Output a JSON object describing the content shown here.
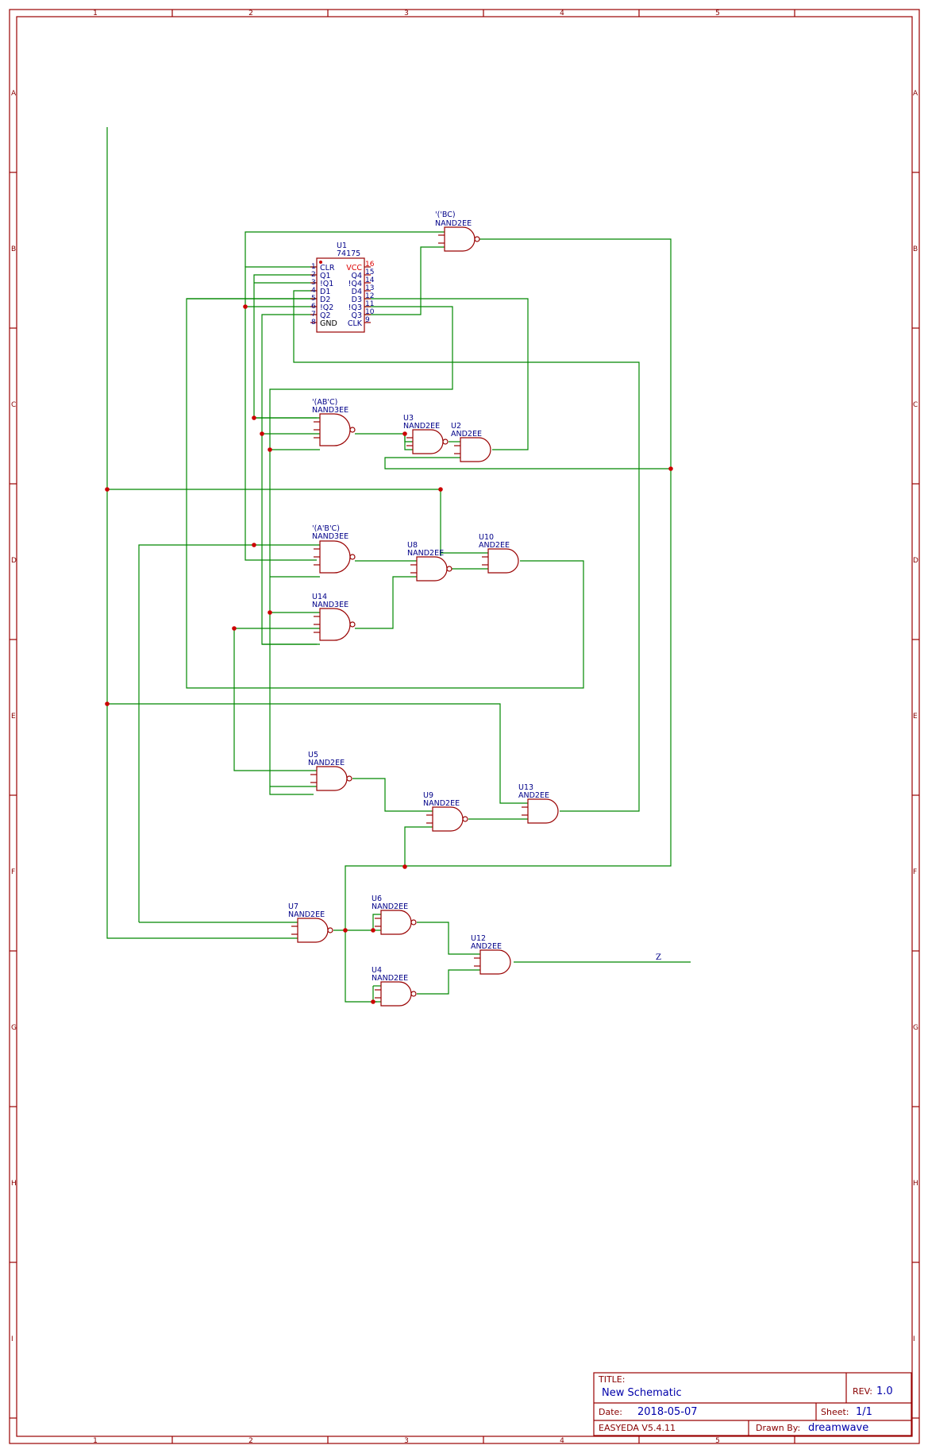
{
  "frame": {
    "col_labels": [
      "1",
      "2",
      "3",
      "4",
      "5"
    ],
    "row_labels": [
      "A",
      "B",
      "C",
      "D",
      "E",
      "F",
      "G",
      "H",
      "I"
    ]
  },
  "ic": {
    "ref": "U1",
    "part": "74175",
    "left_pins": [
      {
        "num": "1",
        "name": "CLR"
      },
      {
        "num": "2",
        "name": "Q1"
      },
      {
        "num": "3",
        "name": "!Q1"
      },
      {
        "num": "4",
        "name": "D1"
      },
      {
        "num": "5",
        "name": "D2"
      },
      {
        "num": "6",
        "name": "!Q2"
      },
      {
        "num": "7",
        "name": "Q2"
      },
      {
        "num": "8",
        "name": "GND"
      }
    ],
    "right_pins": [
      {
        "num": "16",
        "name": "VCC"
      },
      {
        "num": "15",
        "name": "Q4"
      },
      {
        "num": "14",
        "name": "!Q4"
      },
      {
        "num": "13",
        "name": "D4"
      },
      {
        "num": "12",
        "name": "D3"
      },
      {
        "num": "11",
        "name": "!Q3"
      },
      {
        "num": "10",
        "name": "Q3"
      },
      {
        "num": "9",
        "name": "CLK"
      }
    ]
  },
  "gates": {
    "bc": {
      "ref": "'('BC)",
      "type": "NAND2EE"
    },
    "abc": {
      "ref": "'(AB'C)",
      "type": "NAND3EE"
    },
    "u3": {
      "ref": "U3",
      "type": "NAND2EE"
    },
    "u2": {
      "ref": "U2",
      "type": "AND2EE"
    },
    "abpc": {
      "ref": "'(A'B'C)",
      "type": "NAND3EE"
    },
    "u8": {
      "ref": "U8",
      "type": "NAND2EE"
    },
    "u10": {
      "ref": "U10",
      "type": "AND2EE"
    },
    "u14": {
      "ref": "U14",
      "type": "NAND3EE"
    },
    "u5": {
      "ref": "U5",
      "type": "NAND2EE"
    },
    "u9": {
      "ref": "U9",
      "type": "NAND2EE"
    },
    "u13": {
      "ref": "U13",
      "type": "AND2EE"
    },
    "u7": {
      "ref": "U7",
      "type": "NAND2EE"
    },
    "u6": {
      "ref": "U6",
      "type": "NAND2EE"
    },
    "u4": {
      "ref": "U4",
      "type": "NAND2EE"
    },
    "u12": {
      "ref": "U12",
      "type": "AND2EE"
    }
  },
  "net_label": "Z",
  "title_block": {
    "title_key": "TITLE:",
    "title": "New Schematic",
    "rev_key": "REV:",
    "rev": "1.0",
    "date_key": "Date:",
    "date": "2018-05-07",
    "sheet_key": "Sheet:",
    "sheet": "1/1",
    "tool": "EASYEDA V5.4.11",
    "drawn_key": "Drawn By:",
    "drawn_by": "dreamwave"
  }
}
